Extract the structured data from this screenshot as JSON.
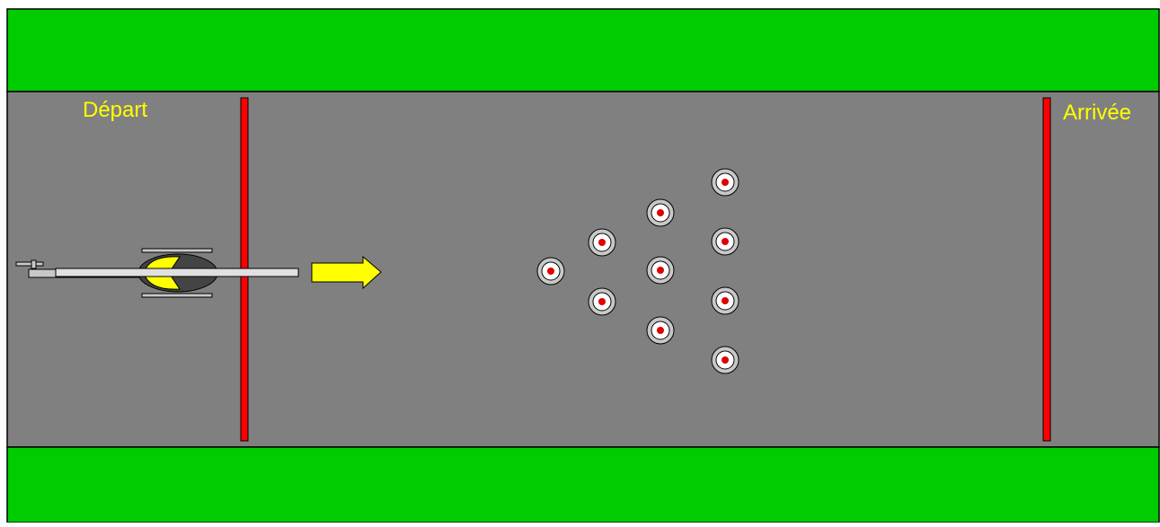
{
  "course": {
    "start_label": "Départ",
    "finish_label": "Arrivée"
  },
  "colors": {
    "grass": "#00cc00",
    "track": "#808080",
    "border": "#000000",
    "line": "#ff0000",
    "label": "#ffff00",
    "arrow": "#ffff00",
    "target_ring": "#c8c8c8",
    "target_center": "#e00000"
  },
  "icons": {
    "helicopter": "helicopter-icon",
    "direction": "arrow-right-icon",
    "target": "target-icon"
  },
  "targets_count": 10
}
